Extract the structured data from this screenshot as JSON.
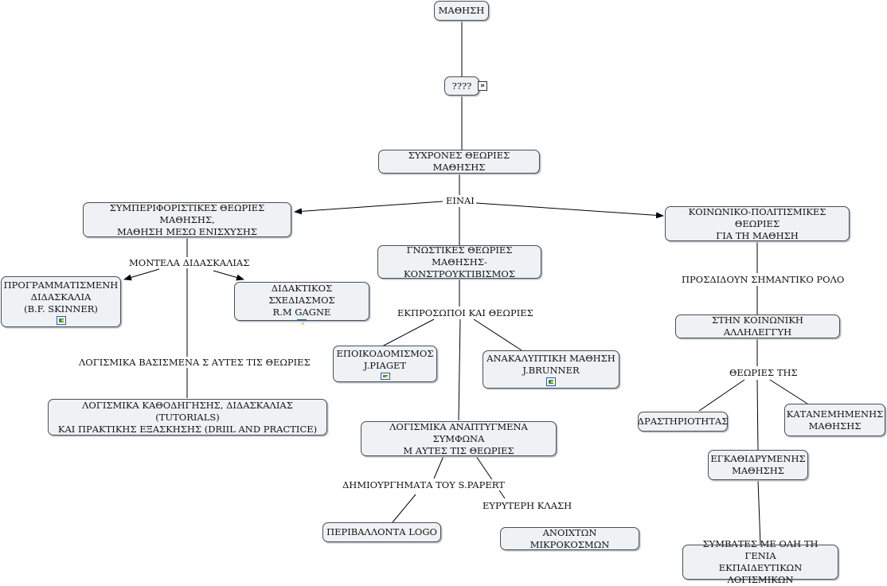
{
  "nodes": {
    "mathisi": "ΜΑΘΗΣΗ",
    "question": "????",
    "sychrones": "ΣΥΧΡΟΝΕΣ ΘΕΩΡΙΕΣ ΜΑΘΗΣΗΣ",
    "symperiforistikes": "ΣΥΜΠΕΡΙΦΟΡΙΣΤΙΚΕΣ ΘΕΩΡΙΕΣ ΜΑΘΗΣΗΣ,\nΜΑΘΗΣΗ ΜΕΣΩ ΕΝΙΣΧΥΣΗΣ",
    "gnostikes": "ΓΝΩΣΤΙΚΕΣ ΘΕΩΡΙΕΣ ΜΑΘΗΣΗΣ-\nΚΟΝΣΤΡΟΥΚΤΙΒΙΣΜΟΣ",
    "koinoniko": "ΚΟΙΝΩΝΙΚΟ-ΠΟΛΙΤΙΣΜΙΚΕΣ ΘΕΩΡΙΕΣ\nΓΙΑ ΤΗ ΜΑΘΗΣΗ",
    "programmatismeni": "ΠΡΟΓΡΑΜΜΑΤΙΣΜΕΝΗ\nΔΙΔΑΣΚΑΛΙΑ\n(B.F. SKINNER)",
    "didaktikos": "ΔΙΔΑΚΤΙΚΟΣ ΣΧΕΔΙΑΣΜΟΣ\nR.M GAGNE",
    "logismika_kathodigisis": "ΛΟΓΙΣΜΙΚΑ ΚΑΘΟΔΗΓΗΣΗΣ, ΔΙΔΑΣΚΑΛΙΑΣ (TUTORIALS)\nΚΑΙ ΠΡΑΚΤΙΚΗΣ ΕΞΑΣΚΗΣΗΣ (DRIIL AND PRACTICE)",
    "epoikodomismos": "ΕΠΟΙΚΟΔΟΜΙΣΜΟΣ\nJ.PIAGET",
    "anakalyptiki": "ΑΝΑΚΑΛΥΠΤΙΚΗ ΜΑΘΗΣΗ\nJ.BRUNNER",
    "logismika_anaptygmena": "ΛΟΓΙΣΜΙΚΑ ΑΝΑΠΤΥΓΜΕΝΑ ΣΥΜΦΩΝΑ\nΜ ΑΥΤΕΣ ΤΙΣ ΘΕΩΡΙΕΣ",
    "perivallonta_logo": "ΠΕΡΙΒΑΛΛΟΝΤΑ LOGO",
    "anoixton": "ΑΝΟΙΧΤΩΝ ΜΙΚΡΟΚΟΣΜΩΝ",
    "koinoniki_allileggyi": "ΣΤΗΝ ΚΟΙΝΩΝΙΚΗ ΑΛΛΗΛΕΓΓΥΗ",
    "drastiriotitas": "ΔΡΑΣΤΗΡΙΟΤΗΤΑΣ",
    "katanemimenis": "ΚΑΤΑΝΕΜΗΜΕΝΗΣ\nΜΑΘΗΣΗΣ",
    "egkathidrymenis": "ΕΓΚΑΘΙΔΡΥΜΕΝΗΣ\nΜΑΘΗΣΗΣ",
    "symvates": "ΣΥΜΒΑΤΕΣ ΜΕ ΟΛΗ ΤΗ ΓΕΝΙΑ\nΕΚΠΑΙΔΕΥΤΙΚΩΝ ΛΟΓΙΣΜΙΚΩΝ"
  },
  "labels": {
    "einai": "ΕΙΝΑΙ",
    "montela": "ΜΟΝΤΕΛΑ ΔΙΔΑΣΚΑΛΙΑΣ",
    "logismika_vasismena": "ΛΟΓΙΣΜΙΚΑ ΒΑΣΙΣΜΕΝΑ Σ ΑΥΤΕΣ ΤΙΣ ΘΕΩΡΙΕΣ",
    "ekprosopoi": "ΕΚΠΡΟΣΩΠΟΙ ΚΑΙ ΘΕΩΡΙΕΣ",
    "dimiourgimata": "ΔΗΜΙΟΥΡΓΗΜΑΤΑ ΤΟΥ S.PAPERT",
    "eyryteri": "ΕΥΡΥΤΕΡΗ ΚΛΑΣΗ",
    "prosdidoun": "ΠΡΟΣΔΙΔΟΥΝ ΣΗΜΑΝΤΙΚΟ ΡΟΛΟ",
    "theories_tis": "ΘΕΩΡΙΕΣ ΤΗΣ"
  },
  "icons": {
    "image": "image-icon",
    "expand": "expand-icon"
  },
  "colors": {
    "node_fill": "#eef2f5",
    "node_border": "#4a4f55",
    "line": "#000000"
  }
}
